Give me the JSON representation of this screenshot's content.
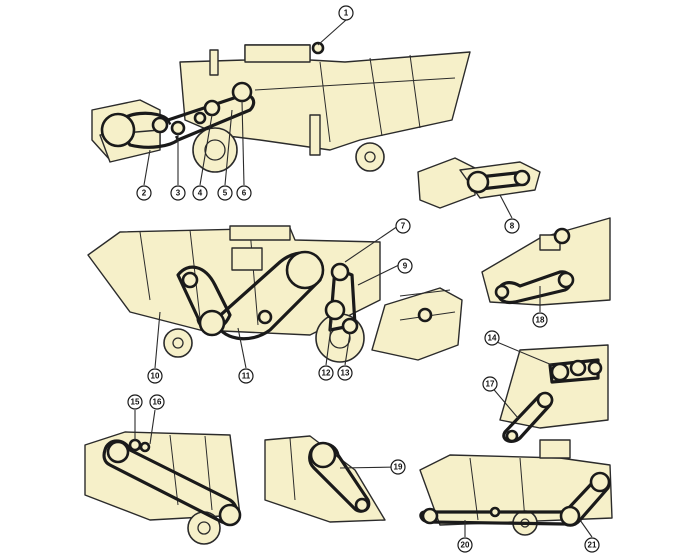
{
  "diagram": {
    "callouts": [
      {
        "id": "callout-1",
        "label": "1"
      },
      {
        "id": "callout-2",
        "label": "2"
      },
      {
        "id": "callout-3",
        "label": "3"
      },
      {
        "id": "callout-4",
        "label": "4"
      },
      {
        "id": "callout-5",
        "label": "5"
      },
      {
        "id": "callout-6",
        "label": "6"
      },
      {
        "id": "callout-7",
        "label": "7"
      },
      {
        "id": "callout-8",
        "label": "8"
      },
      {
        "id": "callout-9",
        "label": "9"
      },
      {
        "id": "callout-10",
        "label": "10"
      },
      {
        "id": "callout-11",
        "label": "11"
      },
      {
        "id": "callout-12",
        "label": "12"
      },
      {
        "id": "callout-13",
        "label": "13"
      },
      {
        "id": "callout-14",
        "label": "14"
      },
      {
        "id": "callout-15",
        "label": "15"
      },
      {
        "id": "callout-16",
        "label": "16"
      },
      {
        "id": "callout-17",
        "label": "17"
      },
      {
        "id": "callout-18",
        "label": "18"
      },
      {
        "id": "callout-19",
        "label": "19"
      },
      {
        "id": "callout-20",
        "label": "20"
      },
      {
        "id": "callout-21",
        "label": "21"
      }
    ],
    "colors": {
      "fill": "#f6f0c9",
      "line": "#1a1a1a",
      "background": "#ffffff"
    }
  }
}
